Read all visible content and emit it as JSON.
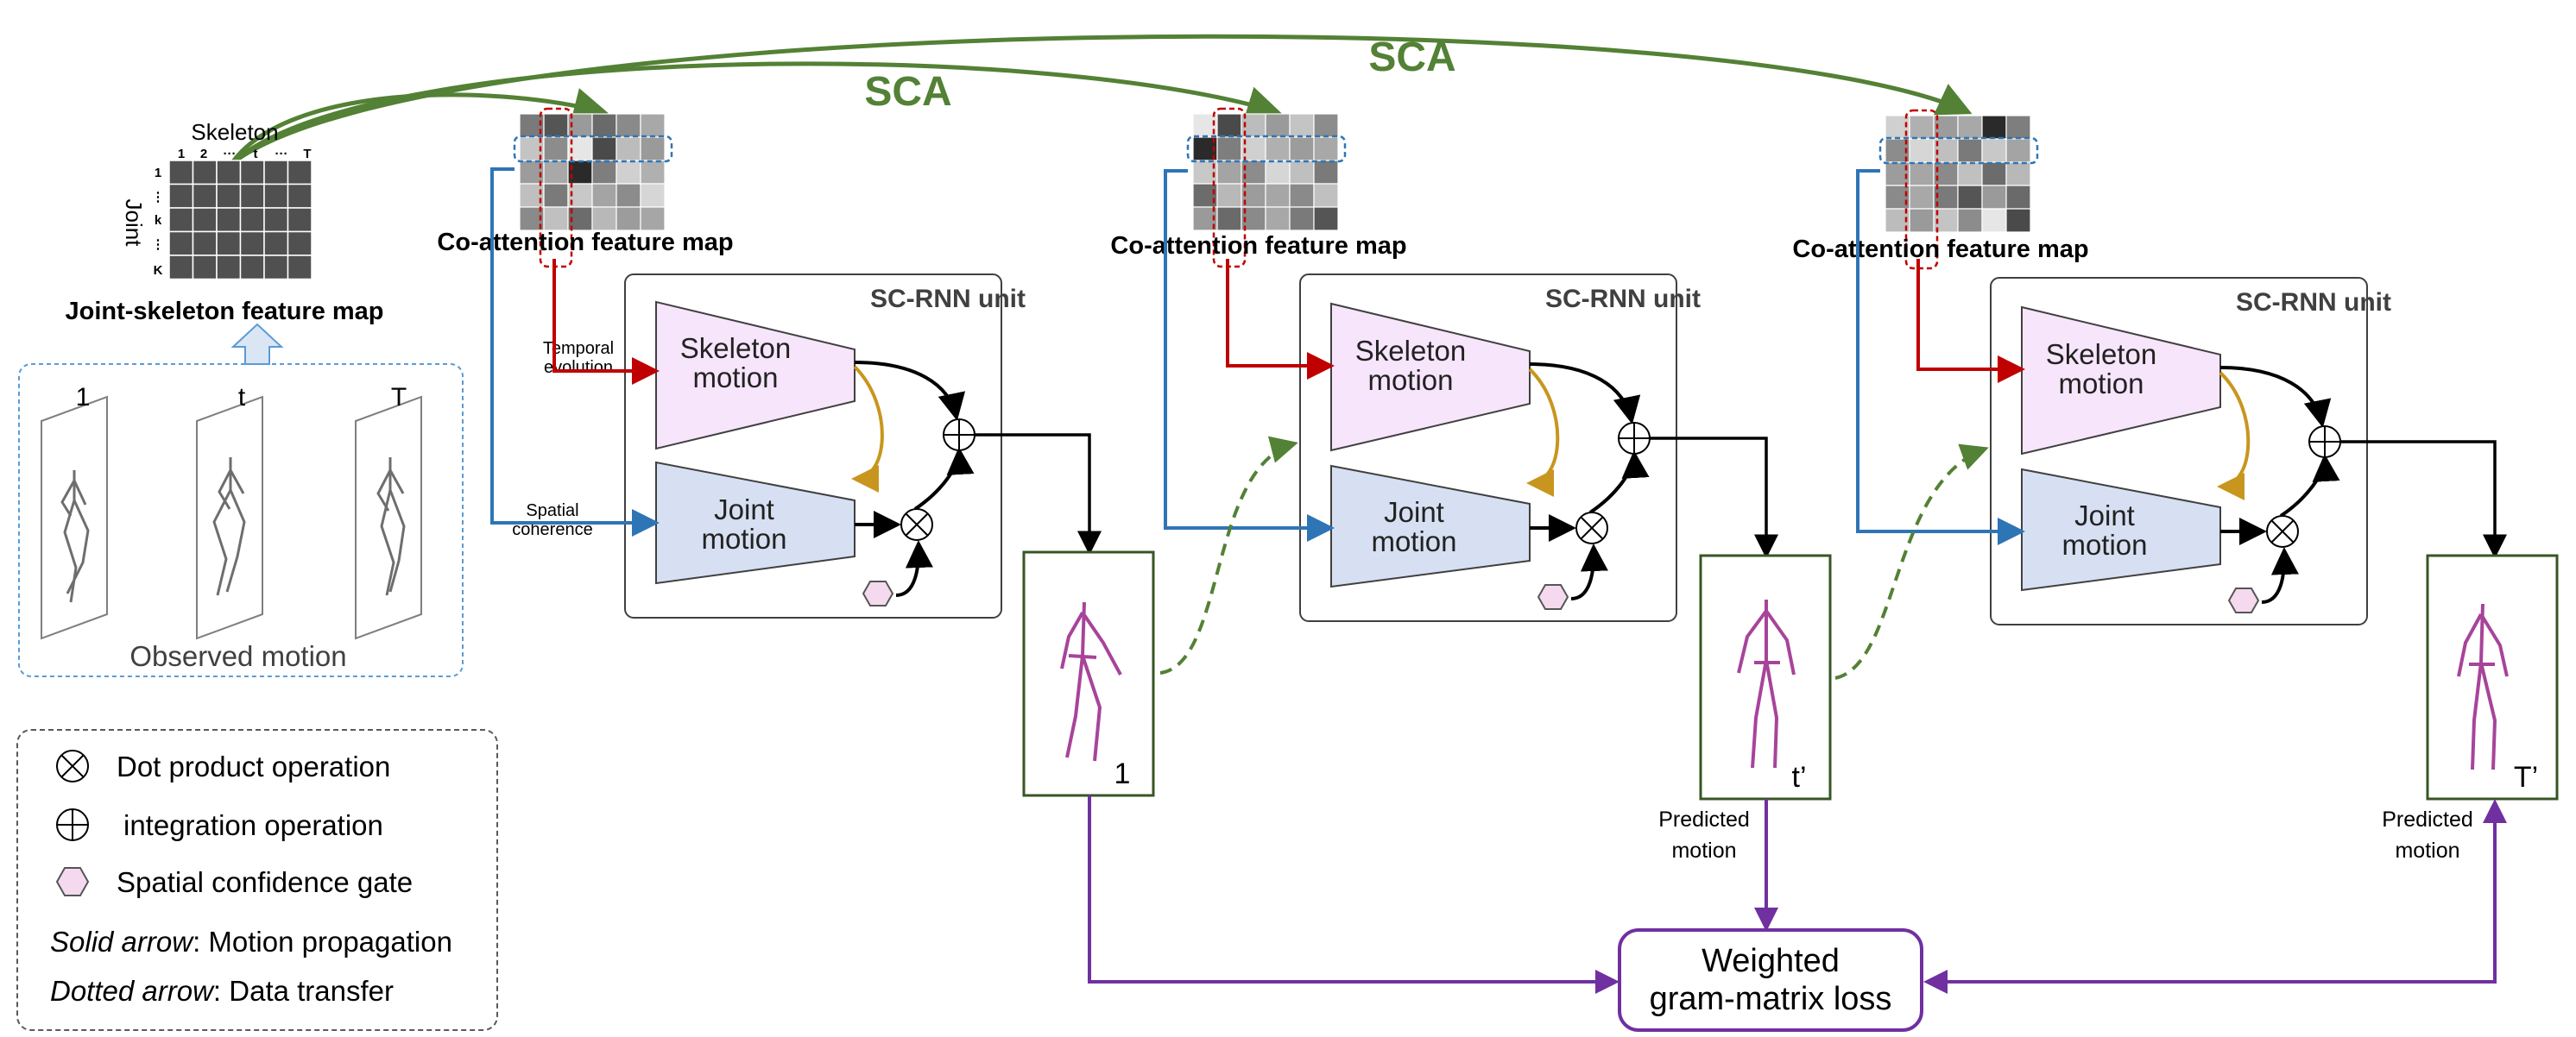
{
  "input": {
    "skeleton_axis": "Skeleton",
    "skeleton_ticks": [
      "1",
      "2",
      "···",
      "t",
      "···",
      "T"
    ],
    "joint_axis": "Joint",
    "joint_ticks": [
      "1",
      "⋮",
      "k",
      "⋮",
      "K"
    ],
    "feature_map_label": "Joint-skeleton feature map",
    "frame_labels": [
      "1",
      "t",
      "T"
    ],
    "observed_label": "Observed motion"
  },
  "sca_labels": [
    "SCA",
    "SCA"
  ],
  "coattention_label": "Co-attention feature map",
  "unit": {
    "title": "SC-RNN unit",
    "skeleton_motion": [
      "Skeleton",
      "motion"
    ],
    "joint_motion": [
      "Joint",
      "motion"
    ]
  },
  "first_unit_inputs": {
    "temporal": [
      "Temporal",
      "evolution"
    ],
    "spatial": [
      "Spatial",
      "coherence"
    ]
  },
  "outputs": [
    "1",
    "t’",
    "T’"
  ],
  "predicted_label": [
    "Predicted",
    "motion"
  ],
  "loss": [
    "Weighted",
    "gram-matrix loss"
  ],
  "legend": {
    "dot_product": "Dot product operation",
    "integration": "integration operation",
    "gate": "Spatial confidence gate",
    "solid_italic": "Solid arrow",
    "solid_text": ": Motion propagation",
    "dotted_italic": "Dotted arrow",
    "dotted_text": ": Data transfer"
  },
  "colors": {
    "sca_green": "#538135",
    "red_arrow": "#c00000",
    "blue_arrow": "#2e75b6",
    "orange_arrow": "#c8961e",
    "purple_arrow": "#7030a0",
    "skeleton_box_fill": "#f7e5fb",
    "joint_box_fill": "#d6e0f2",
    "gate_fill": "#f5d9ef",
    "output_frame_border": "#375623",
    "predicted_skeleton": "#a7449a"
  }
}
